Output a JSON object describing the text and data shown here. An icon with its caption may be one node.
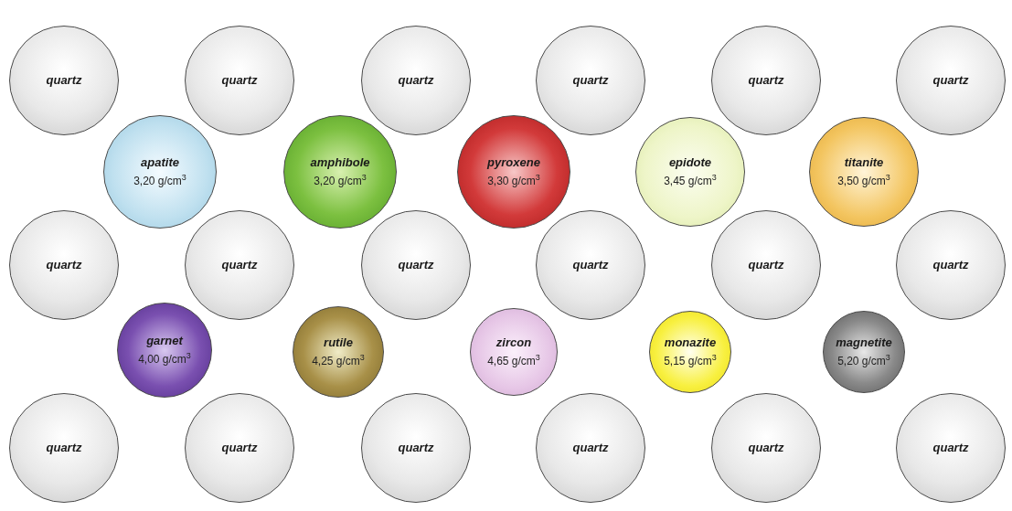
{
  "diagram": {
    "nodes": [
      {
        "text": [
          "quartz"
        ]
      },
      {
        "text": [
          "quartz"
        ]
      },
      {
        "text": [
          "quartz"
        ]
      },
      {
        "text": [
          "quartz"
        ]
      },
      {
        "text": [
          "quartz"
        ]
      },
      {
        "text": [
          "quartz"
        ]
      },
      {
        "text": [
          "apatite",
          "3,20 g/cm$^{3}$"
        ]
      },
      {
        "text": [
          "amphibole",
          "3,20 g/cm$^{3}$"
        ]
      },
      {
        "text": [
          "pyroxene",
          "3,30 g/cm$^{3}$"
        ]
      },
      {
        "text": [
          "epidote",
          "3,45 g/cm$^{3}$"
        ]
      },
      {
        "text": [
          "titanite",
          "3,50 g/cm$^{3}$"
        ]
      },
      {
        "text": [
          "quartz"
        ]
      },
      {
        "text": [
          "quartz"
        ]
      },
      {
        "text": [
          "quartz"
        ]
      },
      {
        "text": [
          "quartz"
        ]
      },
      {
        "text": [
          "quartz"
        ]
      },
      {
        "text": [
          "quartz"
        ]
      },
      {
        "text": [
          "garnet",
          "4,00 g/cm$^{3}$"
        ]
      },
      {
        "text": [
          "rutile",
          "4,25 g/cm$^{3}$"
        ]
      },
      {
        "text": [
          "zircon",
          "4,65 g/cm$^{3}$"
        ]
      },
      {
        "text": [
          "monazite",
          "5,15 g/cm$^{3}$"
        ]
      },
      {
        "text": [
          "magnetite",
          "5,20 g/cm$^{3}$"
        ]
      },
      {
        "text": [
          "quartz"
        ]
      },
      {
        "text": [
          "quartz"
        ]
      },
      {
        "text": [
          "quartz"
        ]
      },
      {
        "text": [
          "quartz"
        ]
      },
      {
        "text": [
          "quartz"
        ]
      },
      {
        "text": [
          "quartz"
        ]
      }
    ],
    "edges": []
  }
}
